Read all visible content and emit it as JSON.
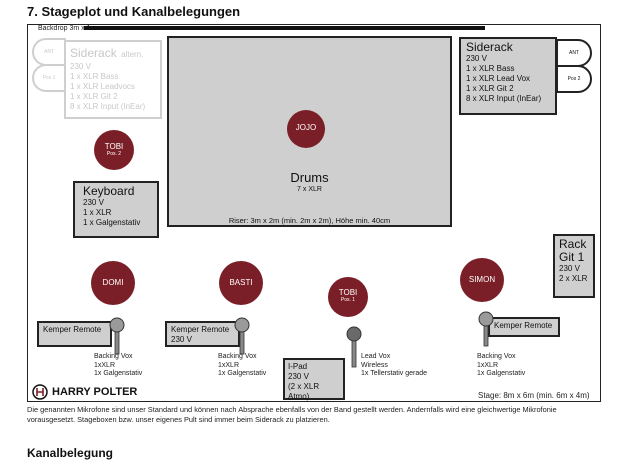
{
  "heading": "7. Stageplot und Kanalbelegungen",
  "backdrop": "Backdrop 3m x 1m",
  "siderack_ghost": {
    "title": "Siderack",
    "title_note": "altern.",
    "lines": [
      "230 V",
      "1 x XLR Bass",
      "1 x XLR Leadvocs",
      "1 x XLR Git 2",
      "8 x XLR Input (InEar)"
    ],
    "ear_top": "ANT",
    "ear_bottom": "Pos 1"
  },
  "siderack": {
    "title": "Siderack",
    "lines": [
      "230 V",
      "1 x XLR Bass",
      "1 x XLR Lead Vox",
      "1 x XLR Git 2",
      "8 x XLR Input (InEar)"
    ],
    "ear_top": "ANT",
    "ear_bottom": "Pos 2"
  },
  "riser": {
    "title": "Drums",
    "sub": "7 x XLR",
    "note": "Riser: 3m x 2m (min. 2m x 2m), Höhe min. 40cm",
    "drummer": "JOJO"
  },
  "positions": [
    {
      "name": "TOBI",
      "pos": "Pos. 2"
    },
    {
      "name": "DOMI",
      "pos": ""
    },
    {
      "name": "BASTI",
      "pos": ""
    },
    {
      "name": "TOBI",
      "pos": "Pos. 1"
    },
    {
      "name": "SIMON",
      "pos": ""
    }
  ],
  "keyboard": {
    "title": "Keyboard",
    "lines": [
      "230 V",
      "1 x XLR",
      "1 x Galgenstativ"
    ]
  },
  "rack_git": {
    "title1": "Rack",
    "title2": "Git 1",
    "lines": [
      "230 V",
      "2 x XLR"
    ]
  },
  "kemper1": {
    "title": "Kemper Remote"
  },
  "kemper2": {
    "title": "Kemper Remote",
    "line": "230 V"
  },
  "kemper3": {
    "title": "Kemper Remote"
  },
  "ipad": {
    "title": "I-Pad",
    "lines": [
      "230 V",
      "(2 x XLR Atmo)"
    ]
  },
  "mic_notes": [
    {
      "lines": [
        "Backing Vox",
        "1xXLR",
        "1x Galgenstativ"
      ]
    },
    {
      "lines": [
        "Backing Vox",
        "1xXLR",
        "1x Galgenstativ"
      ]
    },
    {
      "lines": [
        "Lead Vox",
        "Wireless",
        "1x Tellerstativ gerade"
      ]
    },
    {
      "lines": [
        "Backing Vox",
        "1xXLR",
        "1x Galgenstativ"
      ]
    }
  ],
  "logo": "HARRY POLTER",
  "stage_size": "Stage: 8m x 6m (min. 6m x 4m)",
  "footer": "Die genannten Mikrofone sind unser Standard und können nach Absprache ebenfalls von der Band gestellt werden. Andernfalls wird eine gleichwertige Mikrofonie vorausgesetzt. Stageboxen bzw. unser eigenes Pult sind immer beim Siderack zu platzieren.",
  "heading2": "Kanalbelegung"
}
